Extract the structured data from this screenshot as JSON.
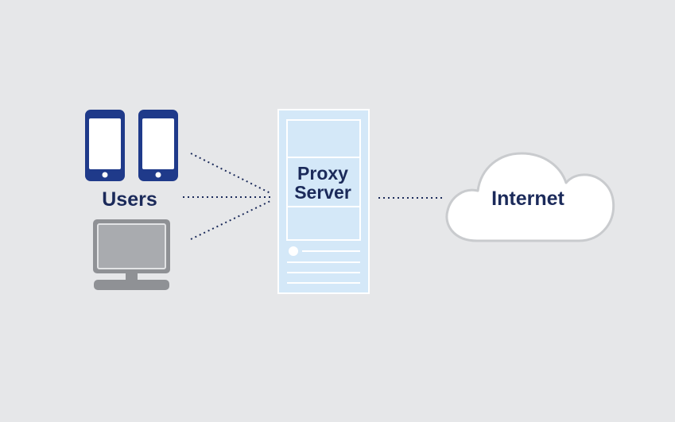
{
  "diagram": {
    "users_label": "Users",
    "proxy_label_line1": "Proxy",
    "proxy_label_line2": "Server",
    "internet_label": "Internet"
  },
  "icons": {
    "phone": "smartphone-icon",
    "desktop": "desktop-computer-icon",
    "server": "server-tower-icon",
    "cloud": "cloud-icon"
  },
  "colors": {
    "background": "#e6e7e9",
    "navy": "#1b2a5a",
    "phone_body": "#1f3a8a",
    "server_fill": "#d4e8f8",
    "server_stroke": "#9ec6e8",
    "desktop_gray": "#8f9195",
    "cloud_fill": "#ffffff",
    "cloud_stroke": "#c9cbce"
  }
}
